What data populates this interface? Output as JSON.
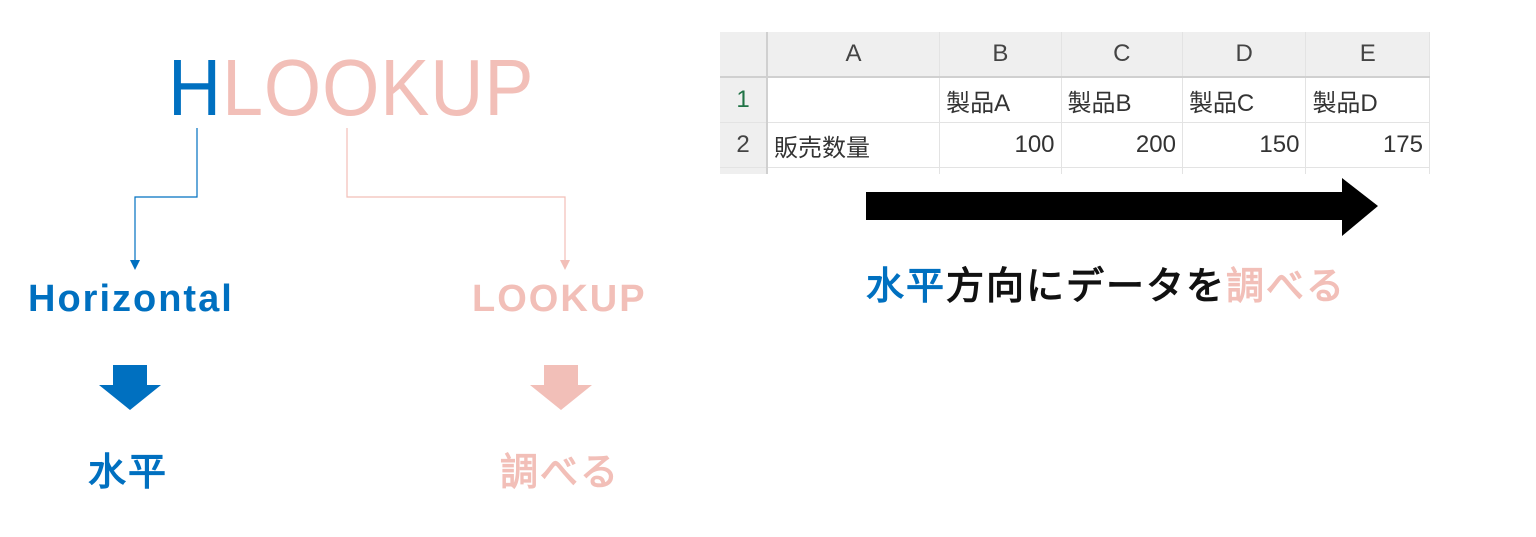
{
  "title": {
    "first_letter": "H",
    "rest": "LOOKUP"
  },
  "left_branch": {
    "english": "Horizontal",
    "japanese": "水平"
  },
  "right_branch": {
    "english": "LOOKUP",
    "japanese": "調べる"
  },
  "colors": {
    "blue": "#0070C0",
    "pink": "#F2BFB8",
    "arrow": "#000000"
  },
  "sheet": {
    "columns": [
      "A",
      "B",
      "C",
      "D",
      "E"
    ],
    "rows": [
      {
        "num": "1",
        "cells": [
          "",
          "製品A",
          "製品B",
          "製品C",
          "製品D"
        ]
      },
      {
        "num": "2",
        "cells": [
          "販売数量",
          "100",
          "200",
          "150",
          "175"
        ]
      }
    ]
  },
  "caption": {
    "part1": "水平",
    "part2": "方向にデータを",
    "part3": "調べる"
  }
}
